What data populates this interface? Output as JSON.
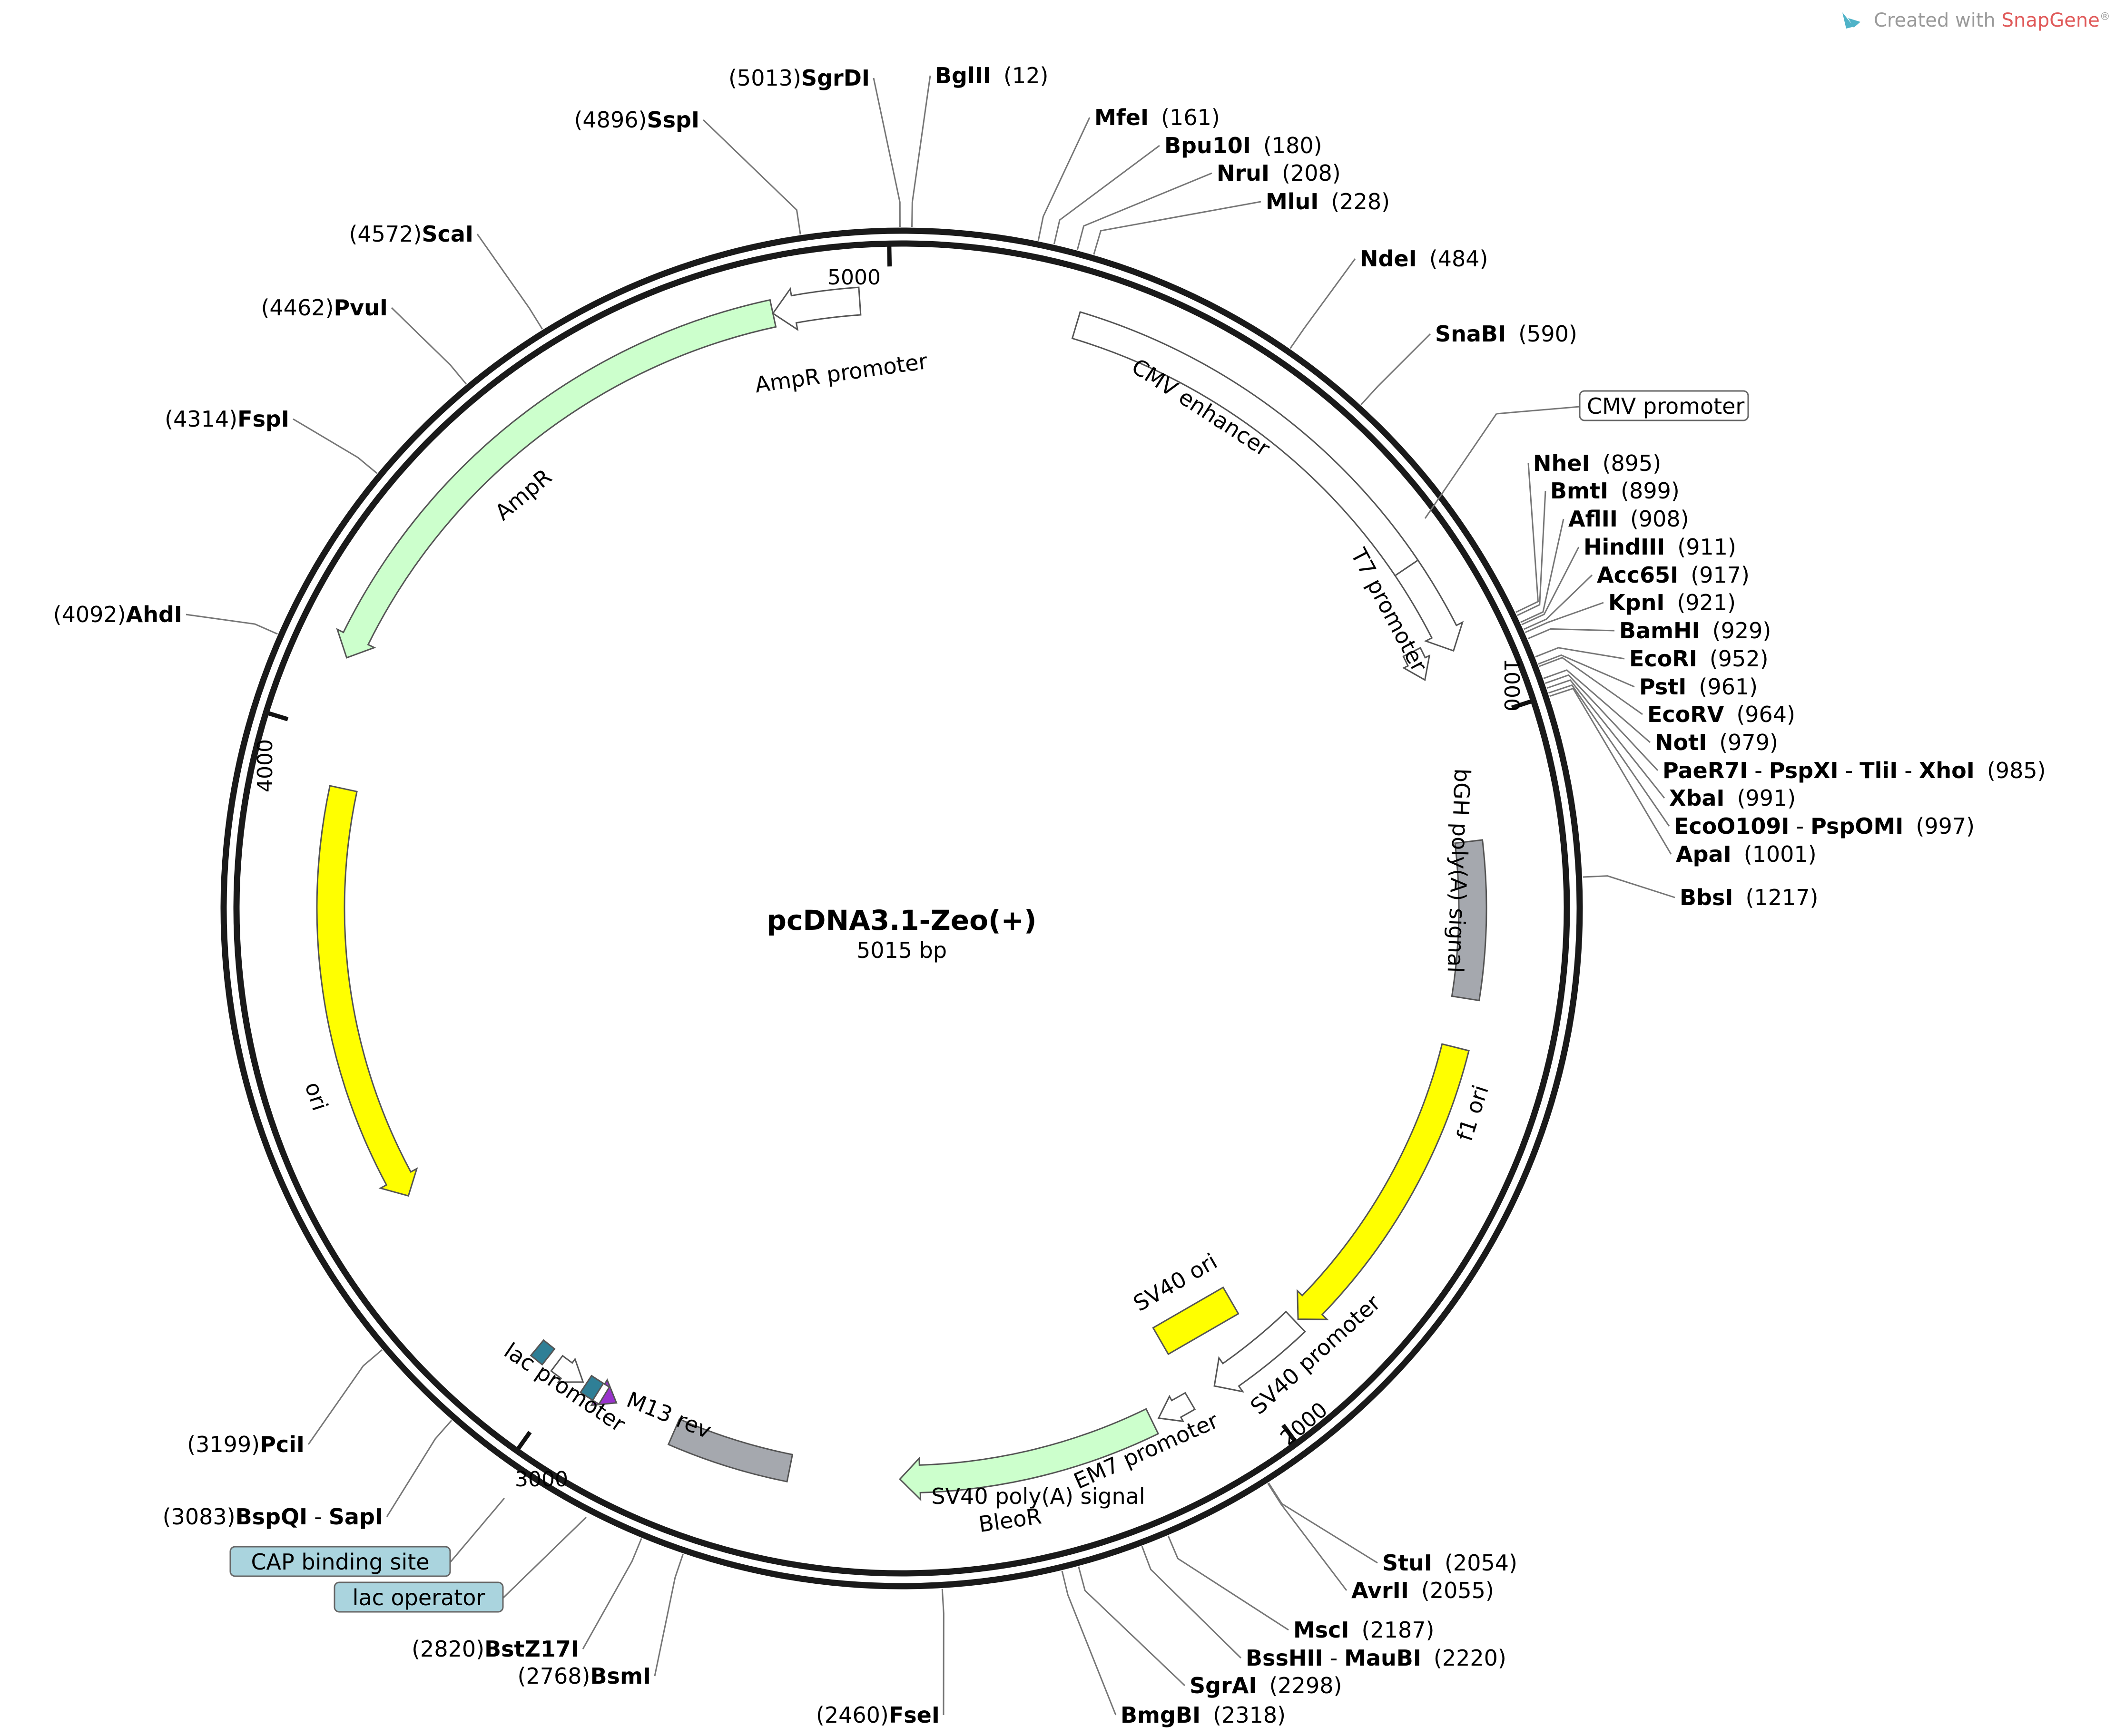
{
  "map": {
    "title": "pcDNA3.1-Zeo(+)",
    "subtitle": "5015 bp",
    "length": 5015
  },
  "credit": {
    "prefix": "Created with ",
    "brand": "SnapGene",
    "mark": "®"
  },
  "ticks": [
    {
      "bp": 1000,
      "label": "1000"
    },
    {
      "bp": 2000,
      "label": "2000"
    },
    {
      "bp": 3000,
      "label": "3000"
    },
    {
      "bp": 4000,
      "label": "4000"
    },
    {
      "bp": 5000,
      "label": "5000"
    }
  ],
  "sites": [
    {
      "names": [
        "SgrDI"
      ],
      "pos": "(5013)",
      "bp": 5013
    },
    {
      "names": [
        "BglII"
      ],
      "pos": "(12)",
      "bp": 12
    },
    {
      "names": [
        "SspI"
      ],
      "pos": "(4896)",
      "bp": 4896
    },
    {
      "names": [
        "MfeI"
      ],
      "pos": "(161)",
      "bp": 161
    },
    {
      "names": [
        "Bpu10I"
      ],
      "pos": "(180)",
      "bp": 180
    },
    {
      "names": [
        "NruI"
      ],
      "pos": "(208)",
      "bp": 208
    },
    {
      "names": [
        "MluI"
      ],
      "pos": "(228)",
      "bp": 228
    },
    {
      "names": [
        "ScaI"
      ],
      "pos": "(4572)",
      "bp": 4572
    },
    {
      "names": [
        "NdeI"
      ],
      "pos": "(484)",
      "bp": 484
    },
    {
      "names": [
        "PvuI"
      ],
      "pos": "(4462)",
      "bp": 4462
    },
    {
      "names": [
        "SnaBI"
      ],
      "pos": "(590)",
      "bp": 590
    },
    {
      "names": [
        "FspI"
      ],
      "pos": "(4314)",
      "bp": 4314
    },
    {
      "names": [
        "NheI"
      ],
      "pos": "(895)",
      "bp": 895
    },
    {
      "names": [
        "BmtI"
      ],
      "pos": "(899)",
      "bp": 899
    },
    {
      "names": [
        "AflII"
      ],
      "pos": "(908)",
      "bp": 908
    },
    {
      "names": [
        "HindIII"
      ],
      "pos": "(911)",
      "bp": 911
    },
    {
      "names": [
        "Acc65I"
      ],
      "pos": "(917)",
      "bp": 917
    },
    {
      "names": [
        "KpnI"
      ],
      "pos": "(921)",
      "bp": 921
    },
    {
      "names": [
        "AhdI"
      ],
      "pos": "(4092)",
      "bp": 4092
    },
    {
      "names": [
        "BamHI"
      ],
      "pos": "(929)",
      "bp": 929
    },
    {
      "names": [
        "EcoRI"
      ],
      "pos": "(952)",
      "bp": 952
    },
    {
      "names": [
        "PstI"
      ],
      "pos": "(961)",
      "bp": 961
    },
    {
      "names": [
        "EcoRV"
      ],
      "pos": "(964)",
      "bp": 964
    },
    {
      "names": [
        "NotI"
      ],
      "pos": "(979)",
      "bp": 979
    },
    {
      "names": [
        "PaeR7I",
        "PspXI",
        "TliI",
        "XhoI"
      ],
      "pos": "(985)",
      "bp": 985
    },
    {
      "names": [
        "XbaI"
      ],
      "pos": "(991)",
      "bp": 991
    },
    {
      "names": [
        "EcoO109I",
        "PspOMI"
      ],
      "pos": "(997)",
      "bp": 997
    },
    {
      "names": [
        "ApaI"
      ],
      "pos": "(1001)",
      "bp": 1001
    },
    {
      "names": [
        "BbsI"
      ],
      "pos": "(1217)",
      "bp": 1217
    },
    {
      "names": [
        "PciI"
      ],
      "pos": "(3199)",
      "bp": 3199
    },
    {
      "names": [
        "BspQI",
        "SapI"
      ],
      "pos": "(3083)",
      "bp": 3083
    },
    {
      "names": [
        "StuI"
      ],
      "pos": "(2054)",
      "bp": 2054
    },
    {
      "names": [
        "AvrII"
      ],
      "pos": "(2055)",
      "bp": 2055
    },
    {
      "names": [
        "MscI"
      ],
      "pos": "(2187)",
      "bp": 2187
    },
    {
      "names": [
        "BssHII",
        "MauBI"
      ],
      "pos": "(2220)",
      "bp": 2220
    },
    {
      "names": [
        "SgrAI"
      ],
      "pos": "(2298)",
      "bp": 2298
    },
    {
      "names": [
        "BmgBI"
      ],
      "pos": "(2318)",
      "bp": 2318
    },
    {
      "names": [
        "BstZ17I"
      ],
      "pos": "(2820)",
      "bp": 2820
    },
    {
      "names": [
        "BsmI"
      ],
      "pos": "(2768)",
      "bp": 2768
    },
    {
      "names": [
        "FseI"
      ],
      "pos": "(2460)",
      "bp": 2460
    }
  ],
  "features": [
    {
      "label": "CMV enhancer",
      "color": "#ffffff",
      "direction": "forward"
    },
    {
      "label": "CMV promoter",
      "color": "#ffffff",
      "direction": "forward"
    },
    {
      "label": "T7 promoter",
      "color": "#ffffff",
      "direction": "forward"
    },
    {
      "label": "bGH poly(A) signal",
      "color": "#a5a8ae",
      "direction": "none"
    },
    {
      "label": "f1 ori",
      "color": "#ffff00",
      "direction": "forward"
    },
    {
      "label": "SV40 promoter",
      "color": "#ffffff",
      "direction": "forward"
    },
    {
      "label": "SV40 ori",
      "color": "#ffff00",
      "direction": "none"
    },
    {
      "label": "EM7 promoter",
      "color": "#ffffff",
      "direction": "forward"
    },
    {
      "label": "BleoR",
      "color": "#ccffcc",
      "direction": "forward"
    },
    {
      "label": "SV40 poly(A) signal",
      "color": "#a5a8ae",
      "direction": "none"
    },
    {
      "label": "M13 rev",
      "color": "#9933cc",
      "direction": "reverse"
    },
    {
      "label": "lac operator",
      "color": "#2f7f96",
      "direction": "none"
    },
    {
      "label": "lac promoter",
      "color": "#ffffff",
      "direction": "reverse"
    },
    {
      "label": "CAP binding site",
      "color": "#2f7f96",
      "direction": "none"
    },
    {
      "label": "ori",
      "color": "#ffff00",
      "direction": "reverse"
    },
    {
      "label": "AmpR",
      "color": "#ccffcc",
      "direction": "reverse"
    },
    {
      "label": "AmpR promoter",
      "color": "#ffffff",
      "direction": "reverse"
    }
  ]
}
